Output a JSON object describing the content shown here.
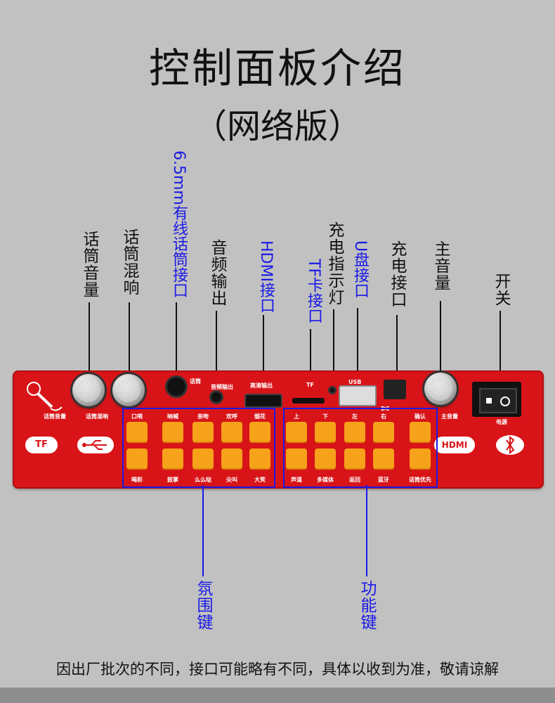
{
  "title": "控制面板介绍",
  "subtitle": "（网络版）",
  "note": "因出厂批次的不同，接口可能略有不同，具体以收到为准，敬请谅解",
  "callouts": {
    "mic_volume": "话筒音量",
    "mic_reverb": "话筒混响",
    "mic_jack": "6.5mm有线话筒接口",
    "audio_out": "音频输出",
    "hdmi": "HDMI接口",
    "tf": "TF卡接口",
    "charge_led": "充电指示灯",
    "usb": "U盘接口",
    "charge_port": "充电接口",
    "main_volume": "主音量",
    "power_switch": "开关",
    "ambience_keys": "氛围键",
    "function_keys": "功能键"
  },
  "panel": {
    "mic_volume_label": "话筒音量",
    "mic_reverb_label": "话筒混响",
    "mic_label": "话筒",
    "audio_out_label": "音频输出",
    "hdmi_label": "高清输出",
    "tf_label": "TF",
    "usb_label": "USB",
    "dc_label": "DC",
    "main_volume_label": "主音量",
    "power_label": "电源",
    "tf_badge": "TF",
    "hdmi_badge": "HDMI",
    "ambience_top": [
      "口哨",
      "呐喊",
      "亲吻",
      "欢呼",
      "烟花"
    ],
    "ambience_bottom": [
      "喝彩",
      "鼓掌",
      "么么哒",
      "尖叫",
      "大笑"
    ],
    "function_top": [
      "上",
      "下",
      "左",
      "右",
      "确认"
    ],
    "function_bottom": [
      "声道",
      "多媒体",
      "返回",
      "蓝牙",
      "话筒优先"
    ]
  }
}
